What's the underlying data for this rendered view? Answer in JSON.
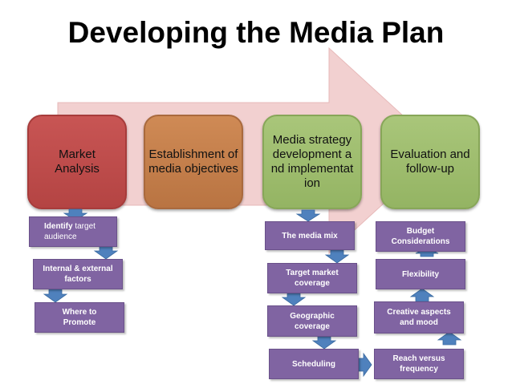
{
  "title": "Developing the Media Plan",
  "stages": [
    {
      "label": "Market Analysis"
    },
    {
      "label": "Establishment of media objectives"
    },
    {
      "label": "Media strategy development and implementation"
    },
    {
      "label": "Evaluation and follow-up"
    }
  ],
  "market_analysis_steps": [
    {
      "bold": "Identify",
      "rest": " target audience"
    },
    {
      "label": "Internal & external factors"
    },
    {
      "label": "Where to Promote"
    }
  ],
  "strategy_steps": [
    {
      "label": "The media mix"
    },
    {
      "label": "Target market coverage"
    },
    {
      "label": "Geographic coverage"
    },
    {
      "label": "Scheduling"
    }
  ],
  "evaluation_steps": [
    {
      "label": "Reach versus frequency"
    },
    {
      "label": "Creative aspects and mood"
    },
    {
      "label": "Flexibility"
    },
    {
      "label": "Budget Considerations"
    }
  ],
  "colors": {
    "big_arrow": "#f2d0d0",
    "market_analysis": "#c0504d",
    "objectives": "#c47b48",
    "strategy": "#9bbb59",
    "evaluation": "#9bbb59",
    "step_box": "#8064a2",
    "connector": "#4f81bd"
  }
}
